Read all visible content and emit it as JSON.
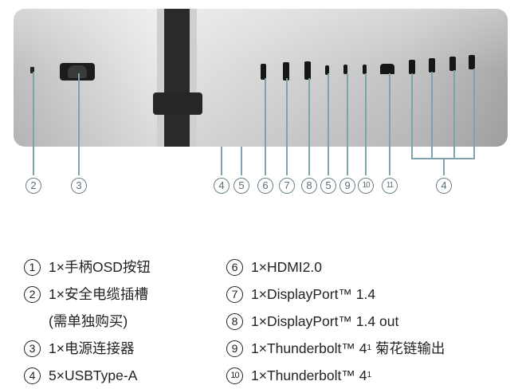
{
  "diagram": {
    "callouts": [
      "2",
      "3",
      "4",
      "5",
      "6",
      "7",
      "8",
      "5",
      "9",
      "10",
      "11",
      "4"
    ],
    "colors": {
      "leader_line": "#7fa2ac",
      "callout": "#5b6f77",
      "panel": "#d4d4d4",
      "stand": "#2b2b2b"
    }
  },
  "legend": {
    "left": [
      {
        "num": "1",
        "text": "1×手柄OSD按钮"
      },
      {
        "num": "2",
        "text": "1×安全电缆插槽",
        "note": "(需单独购买)"
      },
      {
        "num": "3",
        "text": "1×电源连接器"
      },
      {
        "num": "4",
        "text": "5×USBType-A"
      }
    ],
    "right": [
      {
        "num": "6",
        "text": "1×HDMI2.0"
      },
      {
        "num": "7",
        "text": "1×DisplayPort™ 1.4"
      },
      {
        "num": "8",
        "text": "1×DisplayPort™ 1.4 out"
      },
      {
        "num": "9",
        "text": "1×Thunderbolt™ 4",
        "sup": "1",
        "suffix": " 菊花链输出"
      },
      {
        "num": "10",
        "text": "1×Thunderbolt™ 4",
        "sup": "1"
      }
    ]
  }
}
